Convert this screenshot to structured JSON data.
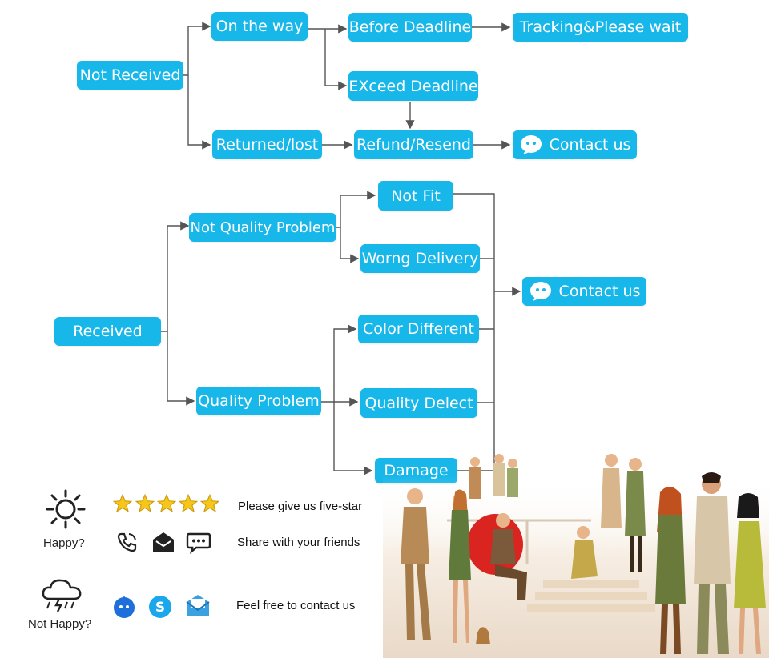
{
  "flowchart": {
    "nodes": {
      "not_received": "Not Received",
      "on_the_way": "On the way",
      "before_deadline": "Before Deadline",
      "tracking": "Tracking&Please wait",
      "exceed_deadline": "EXceed Deadline",
      "returned_lost": "Returned/lost",
      "refund_resend": "Refund/Resend",
      "contact_us_1": "Contact us",
      "received": "Received",
      "not_quality_problem": "Not Quality Problem",
      "not_fit": "Not Fit",
      "wrong_delivery": "Worng Delivery",
      "contact_us_2": "Contact us",
      "quality_problem": "Quality Problem",
      "color_different": "Color Different",
      "quality_defect": "Quality Delect",
      "damage": "Damage"
    },
    "colors": {
      "node_fill": "#18b7ea",
      "node_text": "#ffffff",
      "connector": "#555555"
    }
  },
  "feedback": {
    "happy_label": "Happy?",
    "not_happy_label": "Not Happy?",
    "five_star_text": "Please give us five-star",
    "share_text": "Share with your friends",
    "contact_text": "Feel free to contact us",
    "icons": {
      "happy": "sun-icon",
      "not_happy": "storm-cloud-icon",
      "stars": "star-icon",
      "share": [
        "phone-icon",
        "mail-icon",
        "chat-icon"
      ],
      "contact": [
        "messenger-icon",
        "skype-icon",
        "email-icon"
      ]
    }
  }
}
